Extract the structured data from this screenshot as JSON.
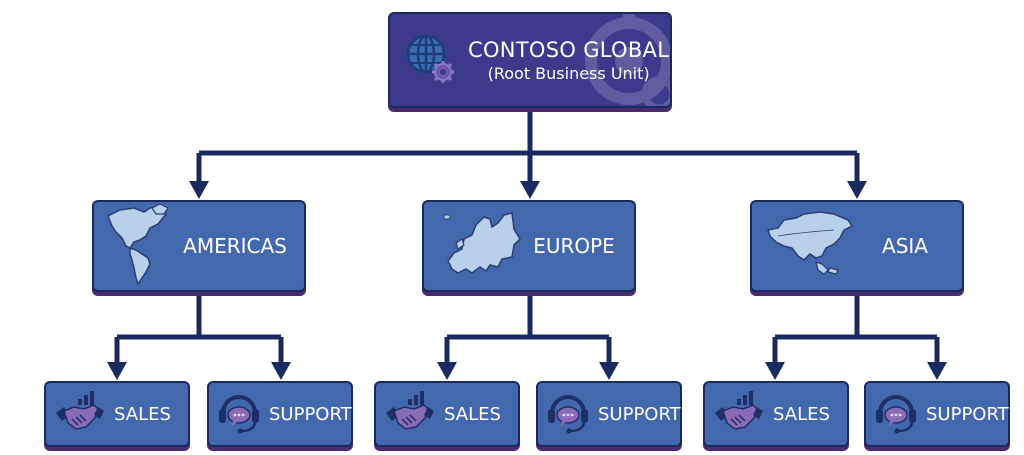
{
  "diagram": {
    "root": {
      "title": "CONTOSO GLOBAL",
      "subtitle": "(Root Business Unit)",
      "icon": "globe-gear-icon"
    },
    "regions": [
      {
        "label": "AMERICAS",
        "icon": "americas-map-icon",
        "departments": [
          {
            "label": "SALES",
            "icon": "handshake-chart-icon"
          },
          {
            "label": "SUPPORT",
            "icon": "headset-chat-icon"
          }
        ]
      },
      {
        "label": "EUROPE",
        "icon": "europe-map-icon",
        "departments": [
          {
            "label": "SALES",
            "icon": "handshake-chart-icon"
          },
          {
            "label": "SUPPORT",
            "icon": "headset-chat-icon"
          }
        ]
      },
      {
        "label": "ASIA",
        "icon": "asia-map-icon",
        "departments": [
          {
            "label": "SALES",
            "icon": "handshake-chart-icon"
          },
          {
            "label": "SUPPORT",
            "icon": "headset-chat-icon"
          }
        ]
      }
    ],
    "colors": {
      "root_fill": "#3b3a8c",
      "node_fill": "#4468ad",
      "connector": "#1a2a5e",
      "map_fill": "#b8d0ec",
      "icon_accent": "#8a6bb8"
    }
  }
}
